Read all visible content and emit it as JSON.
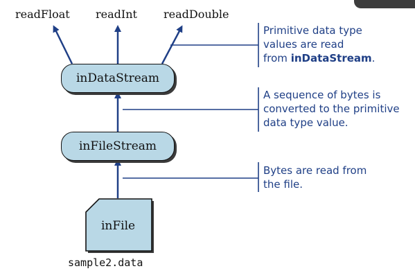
{
  "methods": {
    "read_float": "readFloat",
    "read_int": "readInt",
    "read_double": "readDouble"
  },
  "nodes": {
    "data_stream": "inDataStream",
    "file_stream": "inFileStream",
    "file": "inFile",
    "file_name": "sample2.data"
  },
  "callouts": {
    "primitive": {
      "line1": "Primitive data type",
      "line2": "values are read",
      "line3_prefix": "from ",
      "line3_bold": "inDataStream",
      "line3_suffix": "."
    },
    "convert": {
      "line1": "A sequence of bytes is",
      "line2": "converted to the primitive",
      "line3": "data type value."
    },
    "bytes": {
      "line1": "Bytes are read from",
      "line2": "the file."
    }
  },
  "colors": {
    "node_fill": "#b9d8e6",
    "arrow": "#1f3f86",
    "callout_text": "#1f3f86"
  }
}
